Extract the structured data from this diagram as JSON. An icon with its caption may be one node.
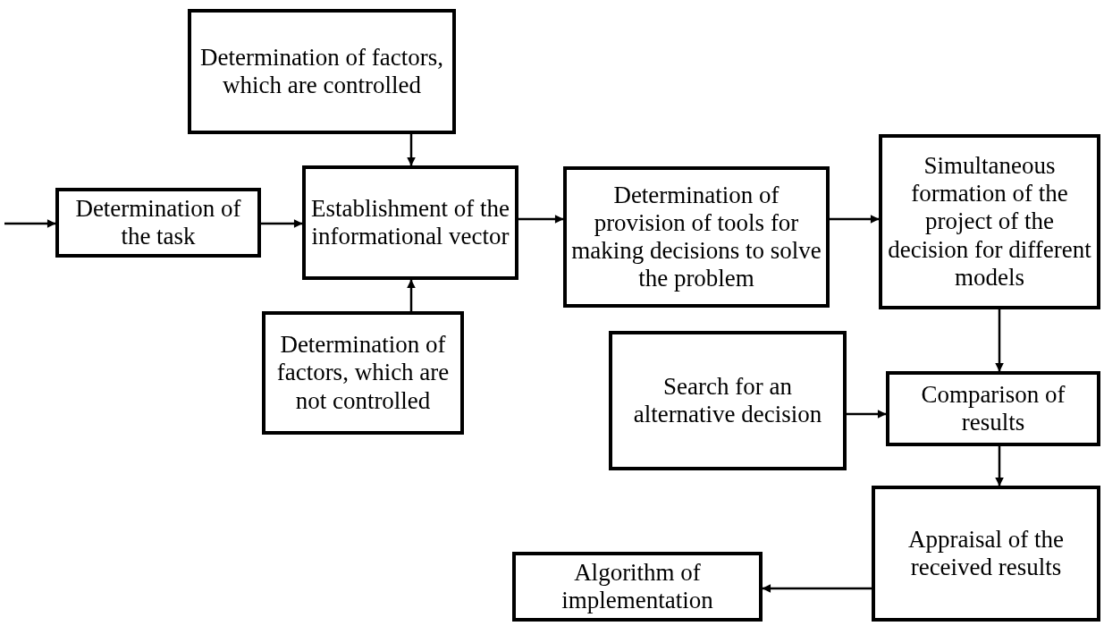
{
  "diagram": {
    "nodes": [
      {
        "text": [
          "Determination of the task"
        ]
      },
      {
        "text": [
          "Determination of factors, which are controlled"
        ]
      },
      {
        "text": [
          "Establishment of the informational vector"
        ]
      },
      {
        "text": [
          "Determination of factors, which are not controlled"
        ]
      },
      {
        "text": [
          "Determination of provision of tools for making decisions to solve the problem"
        ]
      },
      {
        "text": [
          "Simultaneous formation of the project of the decision for different models"
        ]
      },
      {
        "text": [
          "Search for an alternative decision"
        ]
      },
      {
        "text": [
          "Comparison of results"
        ]
      },
      {
        "text": [
          "Appraisal of the received results"
        ]
      },
      {
        "text": [
          "Algorithm of implementation"
        ]
      }
    ],
    "edges": [
      {
        "from": null,
        "to": 0,
        "arrow": "to"
      },
      {
        "from": 0,
        "to": 2,
        "arrow": "to"
      },
      {
        "from": 1,
        "to": 2,
        "arrow": "to"
      },
      {
        "from": 3,
        "to": 2,
        "arrow": "to"
      },
      {
        "from": 2,
        "to": 4,
        "arrow": "to"
      },
      {
        "from": 4,
        "to": 5,
        "arrow": "to"
      },
      {
        "from": 5,
        "to": 7,
        "arrow": "to"
      },
      {
        "from": 6,
        "to": 7,
        "arrow": "to"
      },
      {
        "from": 7,
        "to": 8,
        "arrow": "to"
      },
      {
        "from": 8,
        "to": 9,
        "arrow": "to"
      }
    ]
  }
}
